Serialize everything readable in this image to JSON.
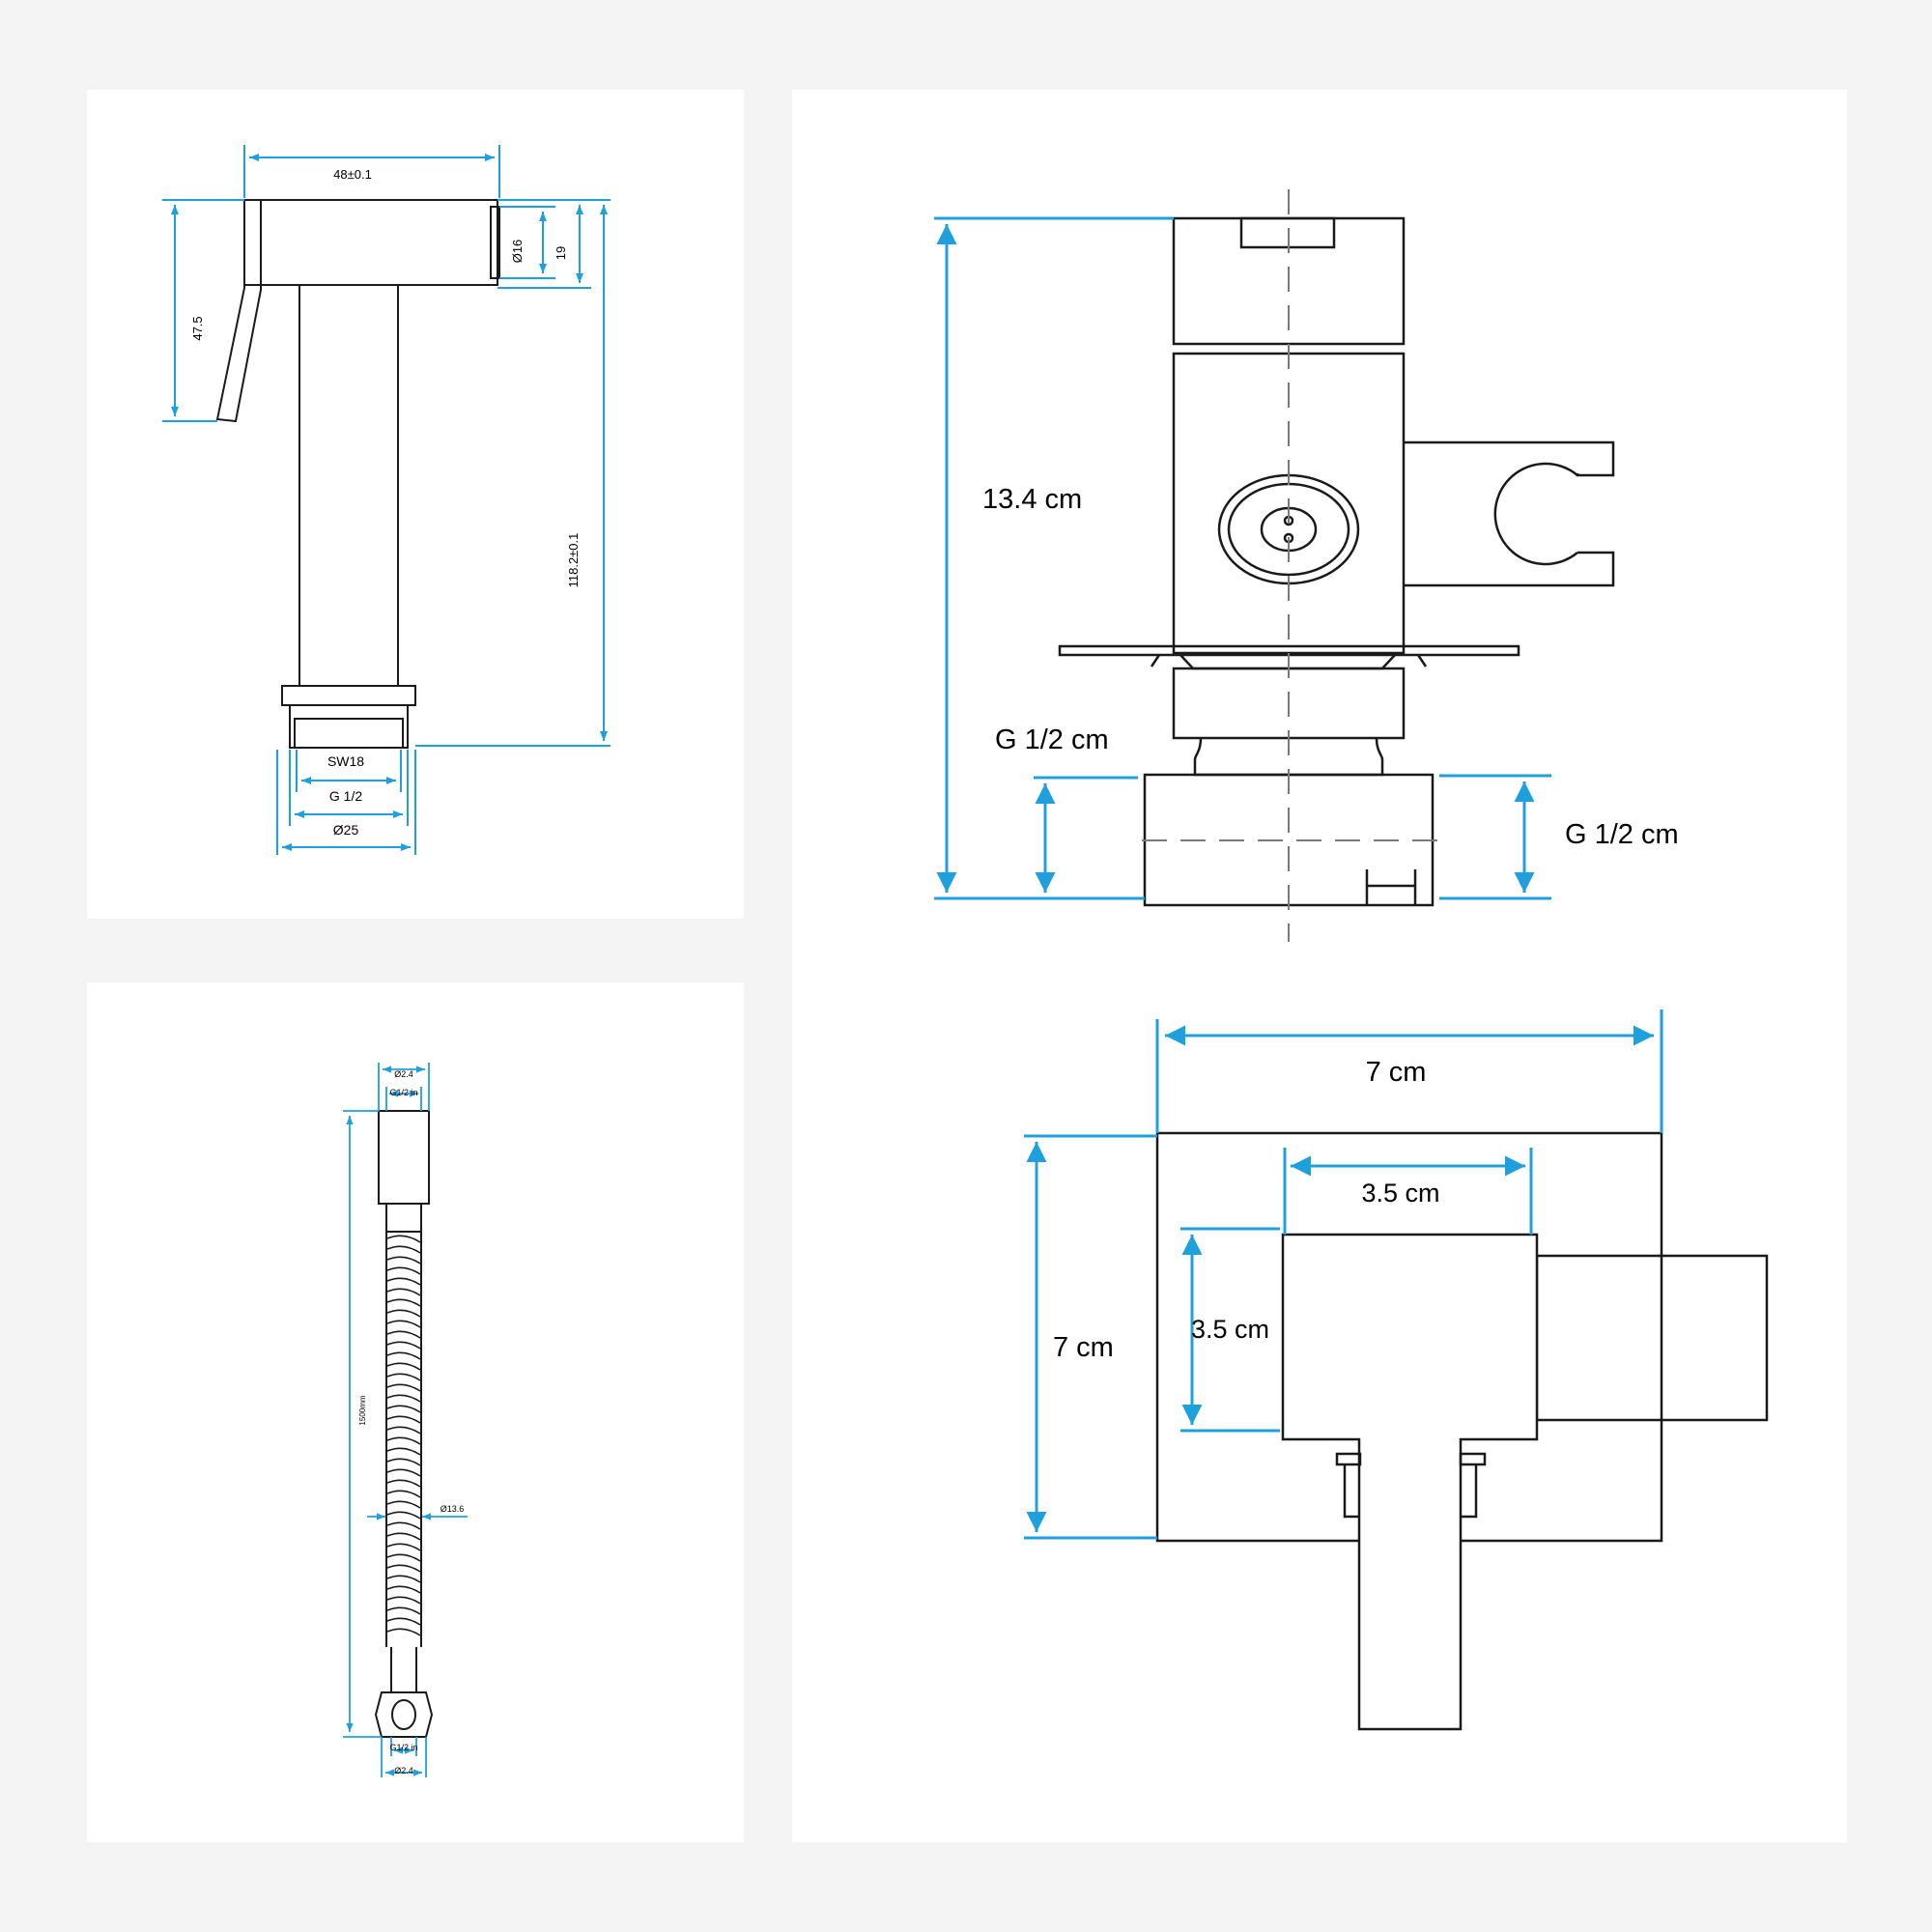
{
  "handheld": {
    "width_label": "48±0.1",
    "head_dia_label": "Ø16",
    "head_height_label": "19",
    "lever_label": "47.5",
    "length_label": "118.2±0.1",
    "hex_label": "SW18",
    "thread_label": "G 1/2",
    "base_dia_label": "Ø25"
  },
  "hose": {
    "top_outer_label": "Ø2.4",
    "top_inner_label": "G1/2 in",
    "length_label": "1500mm",
    "hose_dia_label": "Ø13.6",
    "bottom_inner_label": "G1/2 in",
    "bottom_outer_label": "Ø2.4"
  },
  "valve_side": {
    "height_label": "13.4  cm",
    "inlet_label": "G 1/2  cm",
    "outlet_label": "G 1/2  cm"
  },
  "valve_front": {
    "plate_width_label": "7  cm",
    "plate_height_label": "7  cm",
    "body_width_label": "3.5  cm",
    "body_height_label": "3.5 cm"
  },
  "colors": {
    "dimension": "#1ea0dc",
    "outline": "#1a1a1a",
    "panel": "#ffffff",
    "background": "#f4f4f4"
  }
}
